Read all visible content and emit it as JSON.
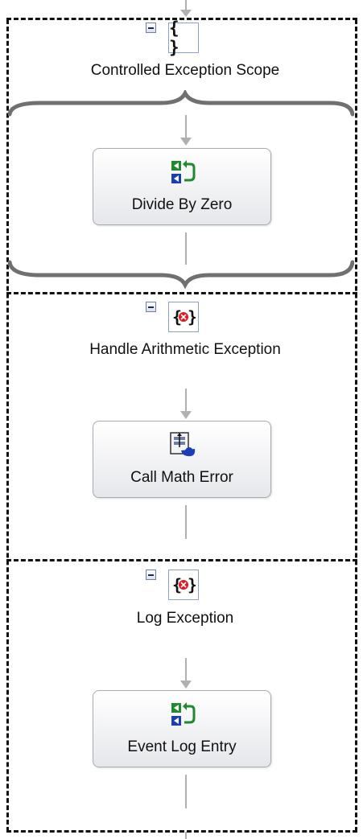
{
  "scopes": [
    {
      "name": "Controlled Exception Scope",
      "icon": "braces-scope-icon",
      "activity": {
        "label": "Divide By Zero",
        "icon": "code-activity-icon"
      }
    },
    {
      "name": "Handle Arithmetic Exception",
      "icon": "fault-handler-icon",
      "activity": {
        "label": "Call Math Error",
        "icon": "invoke-method-icon"
      }
    },
    {
      "name": "Log Exception",
      "icon": "fault-handler-icon",
      "activity": {
        "label": "Event Log Entry",
        "icon": "code-activity-icon"
      }
    }
  ],
  "colors": {
    "frame": "#111111",
    "connector": "#b0b0b0",
    "activity_border": "#a4acb8",
    "fault_icon_red": "#e01a22",
    "code_icon_green": "#1f8a2e",
    "code_icon_blue": "#1a3fb5"
  }
}
